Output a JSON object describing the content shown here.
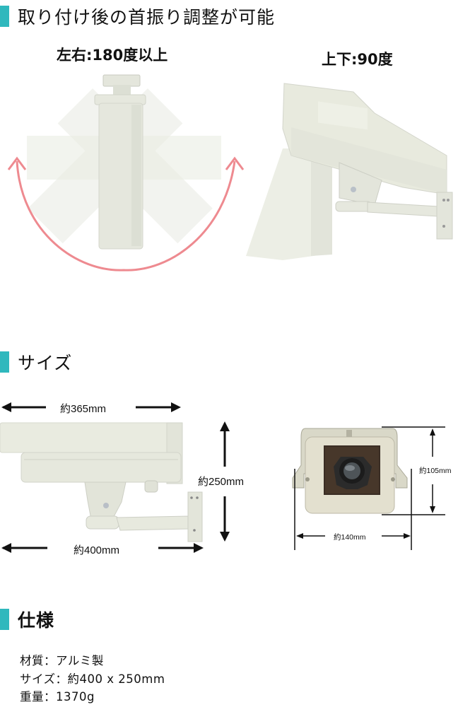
{
  "sections": {
    "rotation": {
      "title": "取り付け後の首振り調整が可能",
      "pan_label": "左右:180度以上",
      "tilt_label": "上下:90度"
    },
    "size": {
      "title": "サイズ",
      "side_view": {
        "top_width": "約365mm",
        "total_width": "約400mm",
        "height": "約250mm"
      },
      "front_view": {
        "width": "約140mm",
        "height": "約105mm"
      }
    },
    "specs": {
      "title": "仕様",
      "items": [
        {
          "text": "材質：アルミ製"
        },
        {
          "text": "サイズ：約400 x 250mm"
        },
        {
          "text": "重量：1370g"
        }
      ]
    }
  },
  "colors": {
    "accent_bar": "#2fb8bd",
    "rotation_arc": "#ee8a90",
    "housing": "#e8e9df",
    "text": "#111111"
  }
}
